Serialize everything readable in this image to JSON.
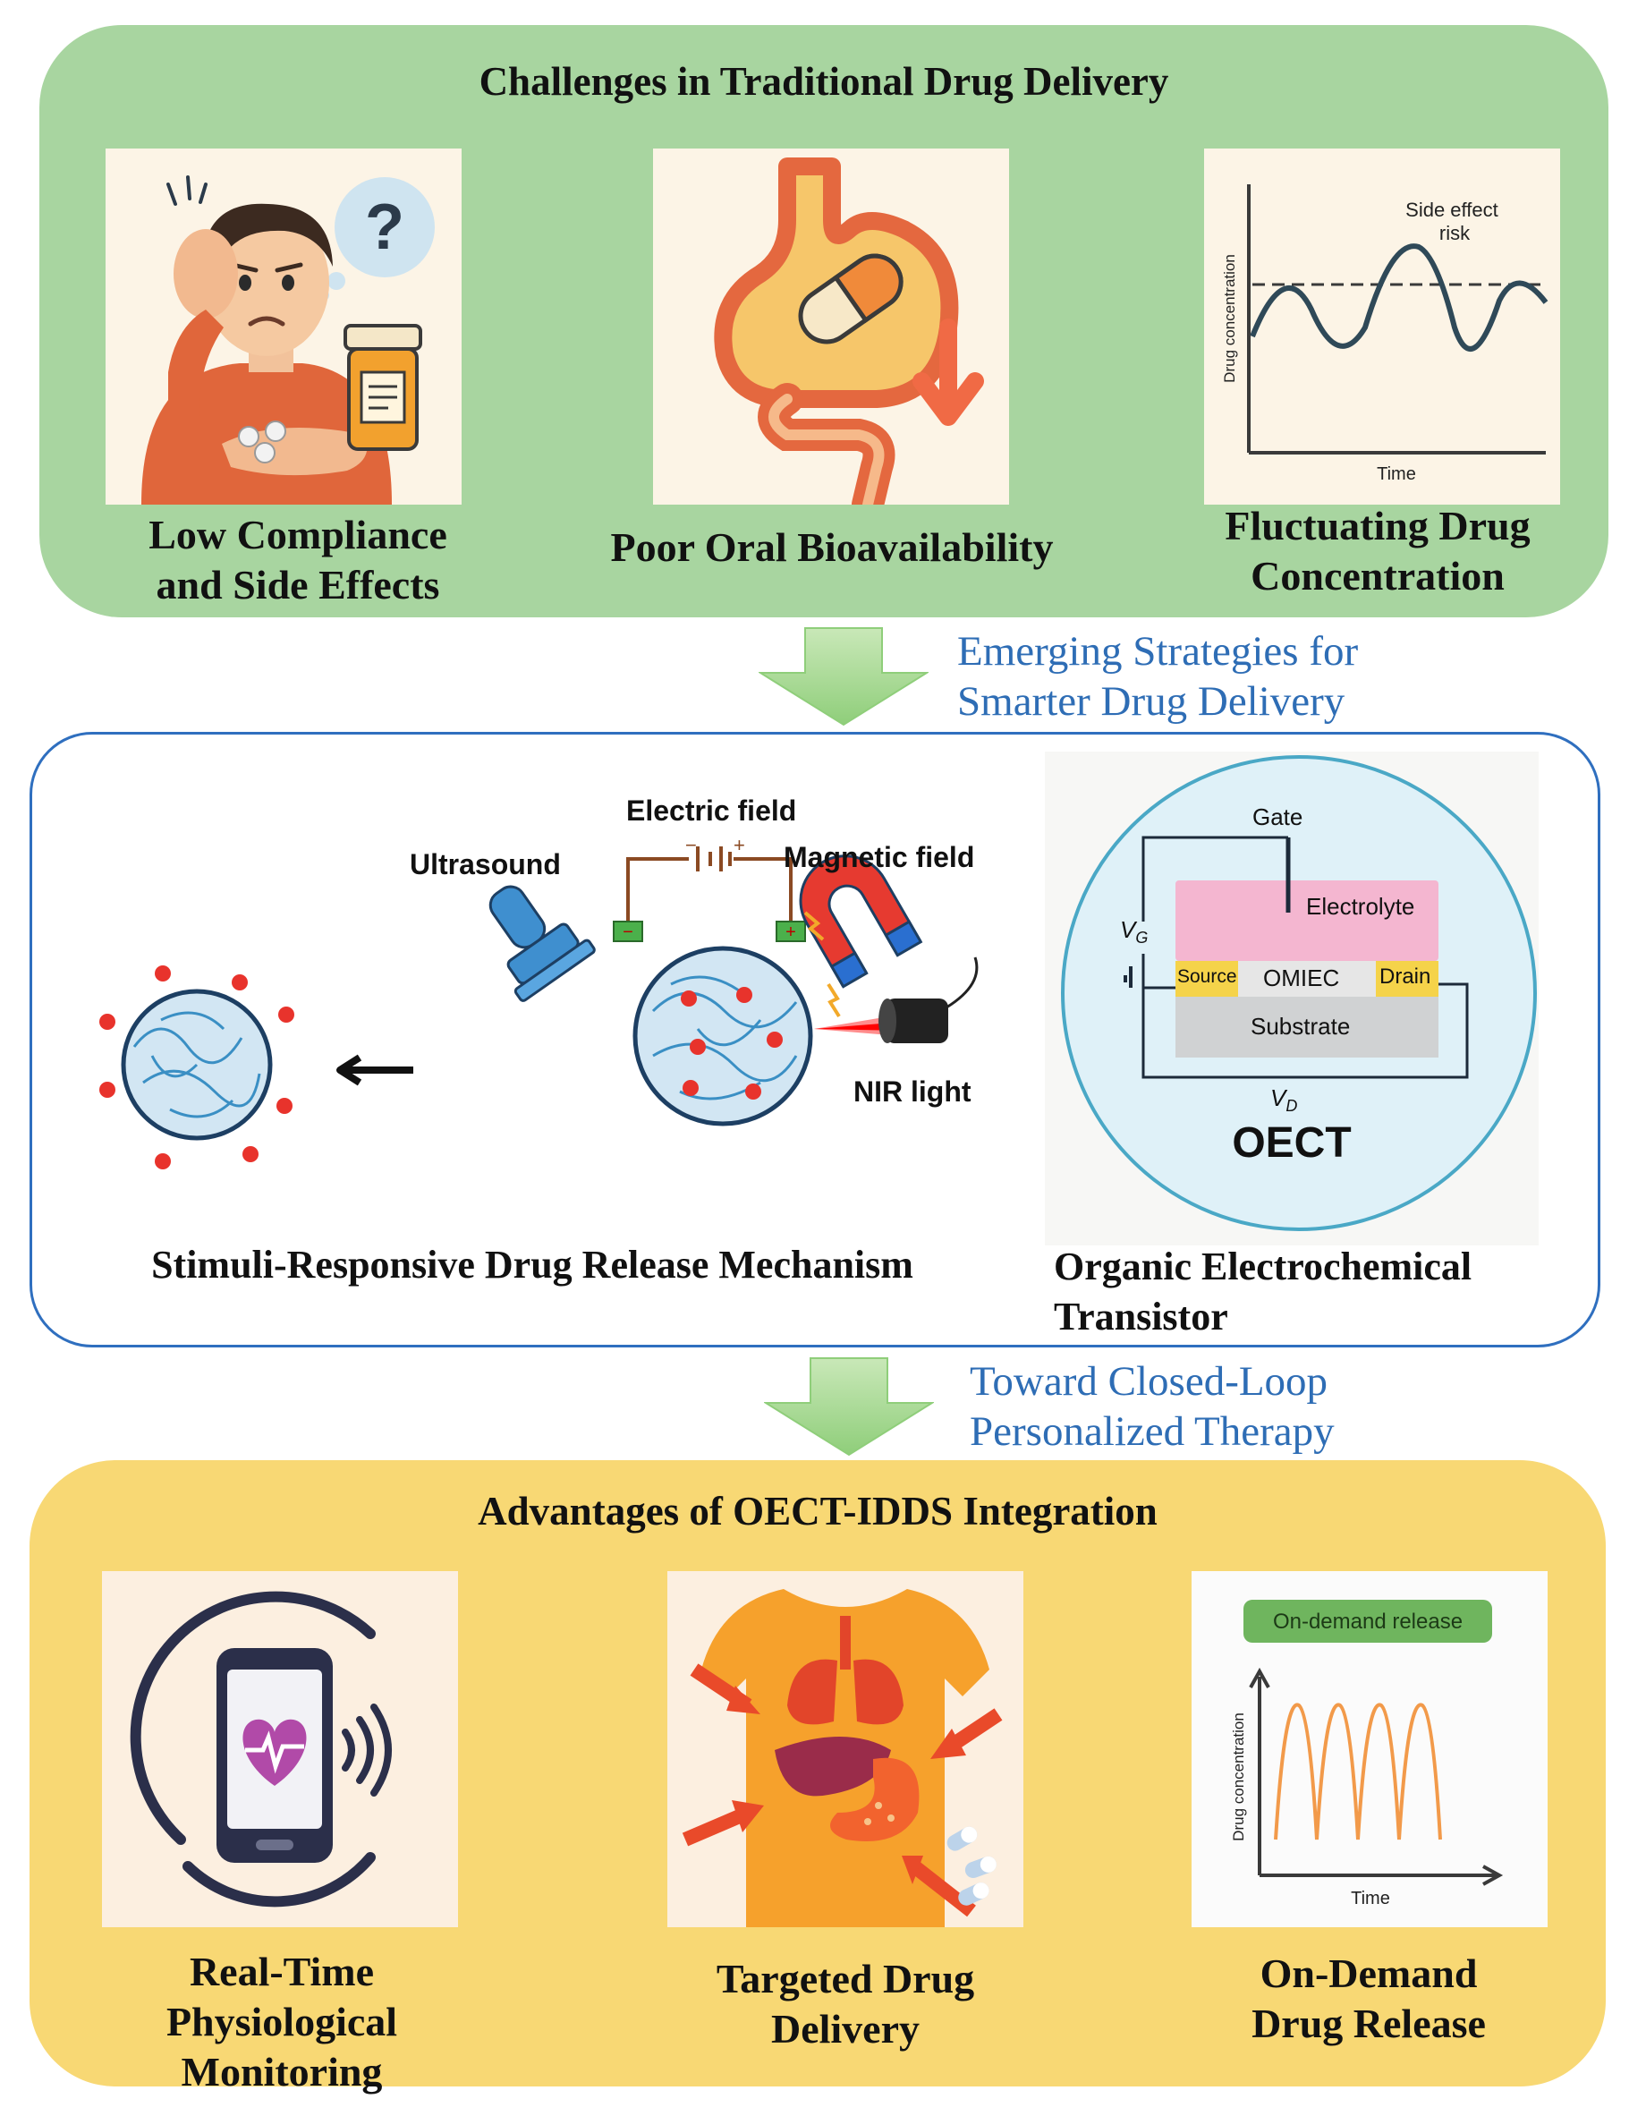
{
  "top": {
    "title": "Challenges in Traditional Drug Delivery",
    "items": [
      {
        "caption": "Low Compliance\nand Side Effects"
      },
      {
        "caption": "Poor Oral Bioavailability"
      },
      {
        "caption": "Fluctuating Drug\nConcentration"
      }
    ],
    "chart": {
      "ylabel": "Drug concentration",
      "xlabel": "Time",
      "annotation": "Side effect\nrisk"
    }
  },
  "arrow1": {
    "text": "Emerging Strategies for\nSmarter Drug Delivery"
  },
  "middle": {
    "stimuli": {
      "electric": "Electric field",
      "ultrasound": "Ultrasound",
      "magnetic": "Magnetic field",
      "nir": "NIR light",
      "caption": "Stimuli-Responsive Drug Release Mechanism"
    },
    "oect": {
      "gate": "Gate",
      "electrolyte": "Electrolyte",
      "source": "Source",
      "omiec": "OMIEC",
      "drain": "Drain",
      "substrate": "Substrate",
      "vg": "V",
      "vg_sub": "G",
      "vd": "V",
      "vd_sub": "D",
      "title": "OECT",
      "caption": "Organic Electrochemical\nTransistor"
    }
  },
  "arrow2": {
    "text": "Toward Closed-Loop\nPersonalized Therapy"
  },
  "bottom": {
    "title": "Advantages of OECT-IDDS Integration",
    "items": [
      {
        "caption": "Real-Time Physiological\nMonitoring"
      },
      {
        "caption": "Targeted Drug\nDelivery"
      },
      {
        "caption": "On-Demand\nDrug Release"
      }
    ],
    "chart": {
      "badge": "On-demand release",
      "ylabel": "Drug concentration",
      "xlabel": "Time"
    }
  },
  "colors": {
    "top_panel": "#a8d5a0",
    "mid_border": "#2f6fbf",
    "bottom_panel": "#f8d874",
    "arrow_green": "#8fce7a",
    "link_blue": "#2e6db5"
  }
}
